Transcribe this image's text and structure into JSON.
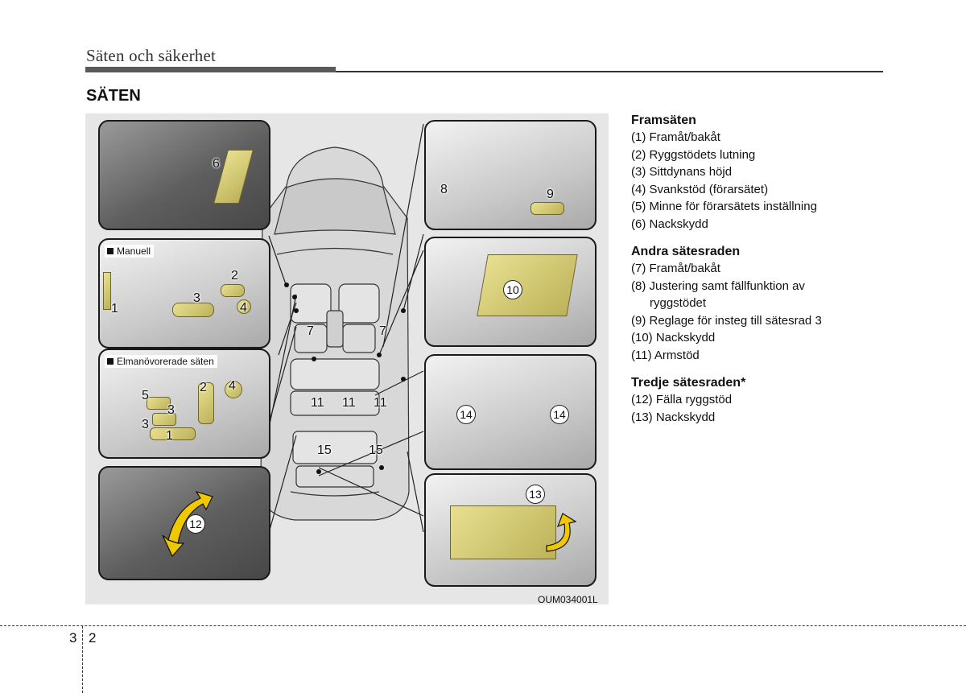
{
  "header": {
    "chapter_title": "Säten och säkerhet",
    "section_title": "SÄTEN"
  },
  "figure": {
    "code": "OUM034001L",
    "manual_label": "Manuell",
    "electric_label": "Elmanövorerade säten",
    "callouts": [
      "1",
      "2",
      "3",
      "4",
      "5",
      "6",
      "7",
      "8",
      "9",
      "10",
      "11",
      "12",
      "13",
      "14",
      "15"
    ]
  },
  "groups": [
    {
      "title": "Framsäten",
      "items": [
        "(1) Framåt/bakåt",
        "(2) Ryggstödets lutning",
        "(3) Sittdynans höjd",
        "(4) Svankstöd (förarsätet)",
        "(5) Minne för förarsätets inställning",
        "(6) Nackskydd"
      ]
    },
    {
      "title": "Andra sätesraden",
      "items": [
        "(7) Framåt/bakåt",
        "(8) Justering samt fällfunktion av",
        "(9) Reglage för insteg till sätesrad 3",
        "(10) Nackskydd",
        "(11) Armstöd"
      ],
      "item_8_continuation": "ryggstödet"
    },
    {
      "title": "Tredje sätesraden*",
      "items": [
        "(12) Fälla ryggstöd",
        "(13) Nackskydd"
      ]
    }
  ],
  "footer": {
    "chapter": "3",
    "page": "2"
  }
}
